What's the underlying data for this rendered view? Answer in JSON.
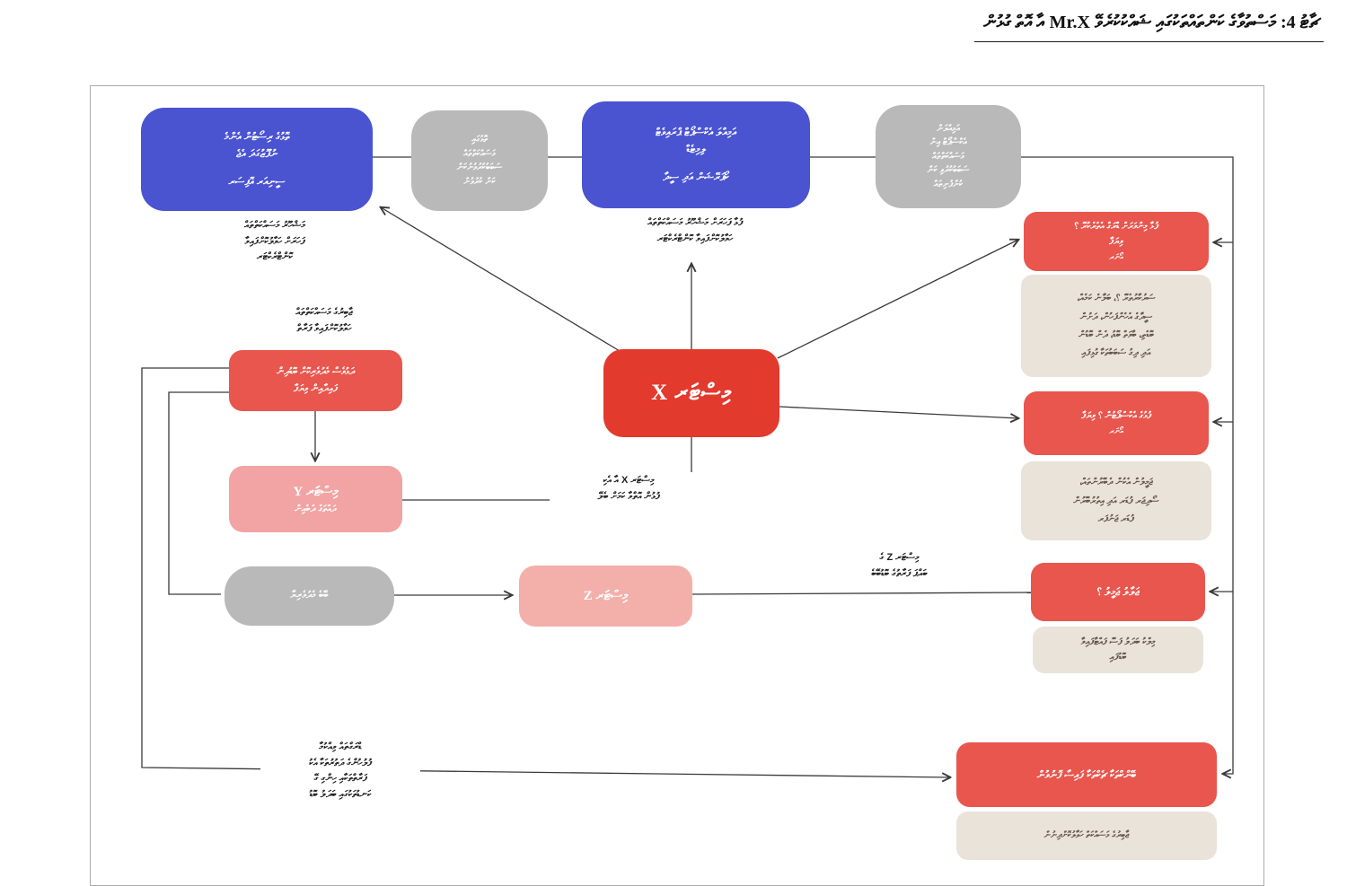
{
  "title": {
    "text": "ޗާޓު 4: މަސްތުވާގެ ކަންތައްތަކުގައި ޝައްކުކުރެވޭ Mr.X އާ އޮތް ގުޅުން"
  },
  "colors": {
    "blue_box": "#4a53d0",
    "gray_box": "#b9b9b9",
    "salmon_box": "#e8564e",
    "x_red_box": "#e23a2d",
    "y_pink_box": "#f2a3a3",
    "z_pink_box": "#f3afa9",
    "beige_box": "#eae3da",
    "connector_line": "#3a3a3a"
  },
  "nodes": {
    "blue1": {
      "lines": [
        "ތޮޅުގެ ރިސޯޓުން އެންމެ",
        "ނުފޫޒުގަދަ އެޖެ",
        "ސީނިއަރ އޮފިސަރ"
      ]
    },
    "gray1": {
      "lines": [
        "ތޮޅުގައި",
        "މަސައްކަތްތައް",
        "ސަބަބުކުރުވުނުކަން",
        "ކަން ކުރުވުން"
      ]
    },
    "blue2": {
      "lines": [
        "އަމިއްލަ އެކްސްޕޯޓް ޕްރައިވެޓް",
        "ލިމިޓެޑް",
        "ކޯޕަރޭޝަން އަދި ސީދާ"
      ]
    },
    "gray2": {
      "lines": [
        "އަމިއްލަން",
        "އެކްސްޕޯޓް އިން",
        "މަސައްކަތްތައް",
        "ސަބަބުކުރުވި ކަން",
        "ކުންފުނިތައް"
      ]
    },
    "red1": {
      "lines": [
        "ފުޅާ މިންވަރަށް ޑްރަގް އެތެރެކުރޭ ؟",
        "ވިޔަފާ",
        "އޯނަރ"
      ]
    },
    "beige1": {
      "lines": [
        "ސަރުކާރުތެރޭ ؟، ބަލާނެ ކަމެއް،",
        "ސީދާގެ އެހެންފަހުން، ދަށުން",
        "ބޮޑެތި، ބާވަތް ބޮޑު، ދެން ބޮޑުން",
        "އަދި ދިގު ސަބަބުތަކާ ގުޅިފައި"
      ]
    },
    "red2": {
      "lines": [
        "ފުޅުގެ އެކްސްޕޯޓުން ؟ ވިޔަފާ",
        "އޯނަރ"
      ]
    },
    "beige2": {
      "lines": [
        "ޖަމީލުން އެކުން ދެބޭރުންތައް،",
        "ސޯދިޖަރ ފުޑަރ އަދި އިތުރުބޭރުން",
        "ފުޑަރ ޖަނުފަރ"
      ]
    },
    "red3": {
      "lines": [
        "ޖަލާލު ޖަމީލު ؟"
      ]
    },
    "beige3": {
      "lines": [
        "މިލްކު ބަދަލު ފަސޭ ފައްޓާފައިވާ",
        "ބޮޑުފައި"
      ]
    },
    "bottom_red": {
      "lines": [
        "ބޭންކްތަކާ ޗެކްތަކާ ފައިސާ ފޮނުވުން"
      ]
    },
    "bottom_beige": {
      "lines": [
        "ޖާބިރުގެ މަސައްކަތް ހަވާލުކޮށްދިނުން"
      ]
    },
    "x_box": {
      "label": "މިސްޓަރ X"
    },
    "y_box": {
      "label": "މިސްޓަރ Y",
      "sub": "ދައްތަގެ ދެބެއިން"
    },
    "z_box": {
      "label": "މިސްޓަރ Z"
    },
    "left_red": {
      "lines": [
        "ދަޅުވެސް މެދުވެރިކޮށް ބޮޑުދިން",
        "ފައިދާއިން ވިޔަފާ"
      ]
    },
    "gray3": {
      "lines": [
        "ބޭބެ މެދުވެރިޔާ"
      ]
    }
  },
  "annotations": {
    "under_blue1": {
      "lines": [
        "މަޝްހޫރު މަސައްކަތްތައް",
        "ފަހަރަށް ހަވާލުކޮށްފައިވާ",
        "ކޮންޓްރެކްޓަރ"
      ]
    },
    "under_blue2": {
      "lines": [
        "ފުޅާ ފަހަރަށް މަޝްހޫރު މަސައްކަތްތައް",
        "ހަވާލުކޮށްފައިވާ ކޮންޓްރެކްޓަރ"
      ]
    },
    "above_left_red": {
      "lines": [
        "ޖާބިރުގެ މަސައްކަތްތައް",
        "ހަވާލުކޮށްފައިވާ ފަރާތް"
      ]
    },
    "under_x": {
      "lines": [
        "މިސްޓަރ X އާ އެކި",
        "ފުޅުން އޮތްވާ ކަމަށް ބެލޭ"
      ]
    },
    "right_of_z": {
      "lines": [
        "މިސްޓަރ Z ގެ",
        "ބައްޕަ ފަރާތުގެ ބޮޑުބޭބެ"
      ]
    },
    "bottom_left": {
      "lines": [
        "ޑްރަގްތައް ވިއްކުމާ",
        "ފުލުހުންގެ ދަތުރުތަކާ އެކު",
        "ފަރާތްތަކާއި ހިންގި ގޭ",
        "ކަނޑުތަކުގައި ބަދަލު ބޮޑު"
      ]
    }
  }
}
